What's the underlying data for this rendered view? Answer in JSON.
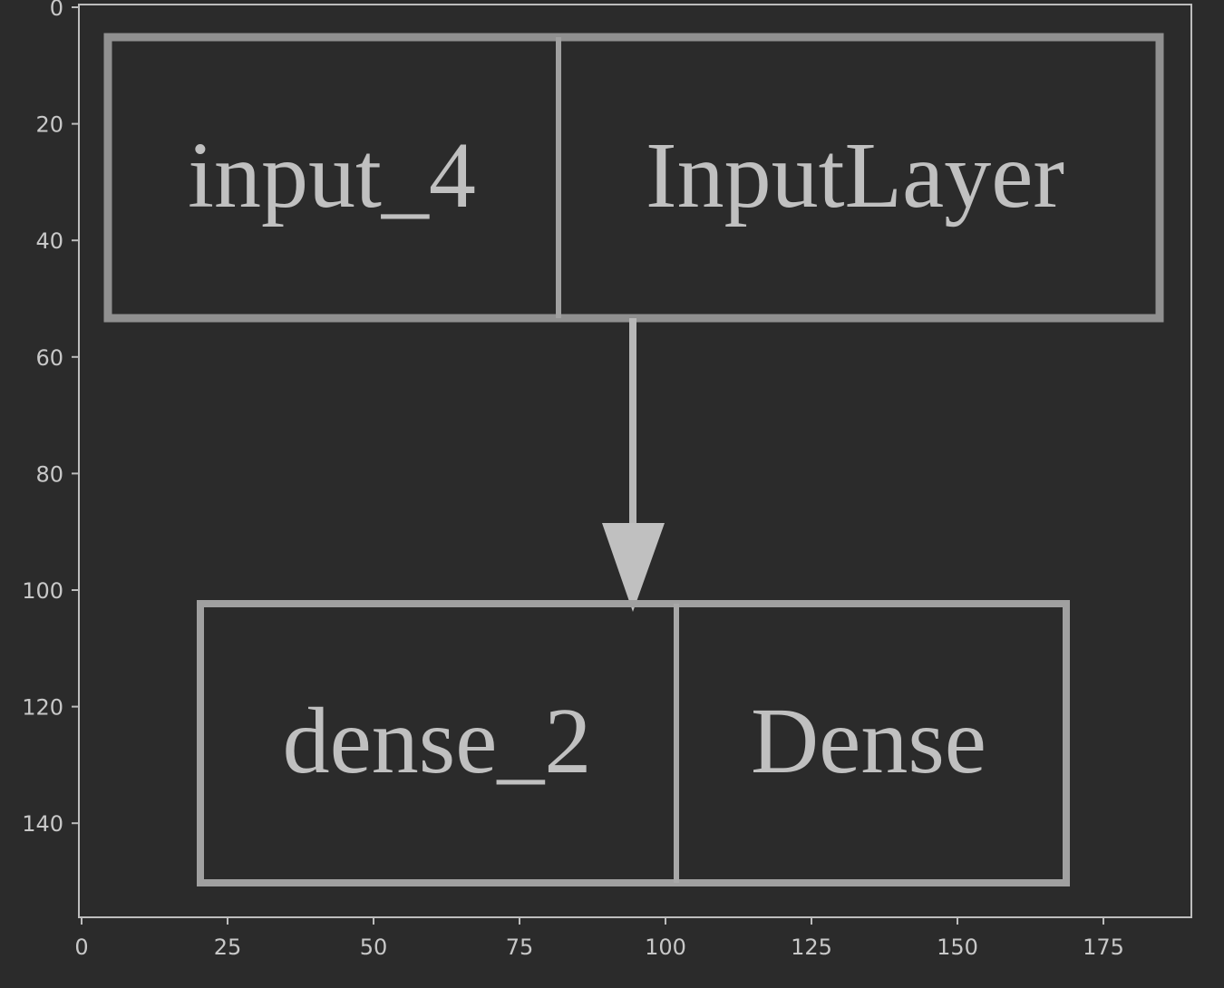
{
  "figure": {
    "background": "#2b2b2b",
    "x_ticks": [
      "0",
      "25",
      "50",
      "75",
      "100",
      "125",
      "150",
      "175"
    ],
    "x_tick_values": [
      0,
      25,
      50,
      75,
      100,
      125,
      150,
      175
    ],
    "y_ticks": [
      "0",
      "20",
      "40",
      "60",
      "80",
      "100",
      "120",
      "140"
    ],
    "y_tick_values": [
      0,
      20,
      40,
      60,
      80,
      100,
      120,
      140
    ]
  },
  "diagram": {
    "nodes": [
      {
        "name": "input_4",
        "type": "InputLayer"
      },
      {
        "name": "dense_2",
        "type": "Dense"
      }
    ],
    "edges": [
      {
        "from": "input_4",
        "to": "dense_2"
      }
    ]
  }
}
